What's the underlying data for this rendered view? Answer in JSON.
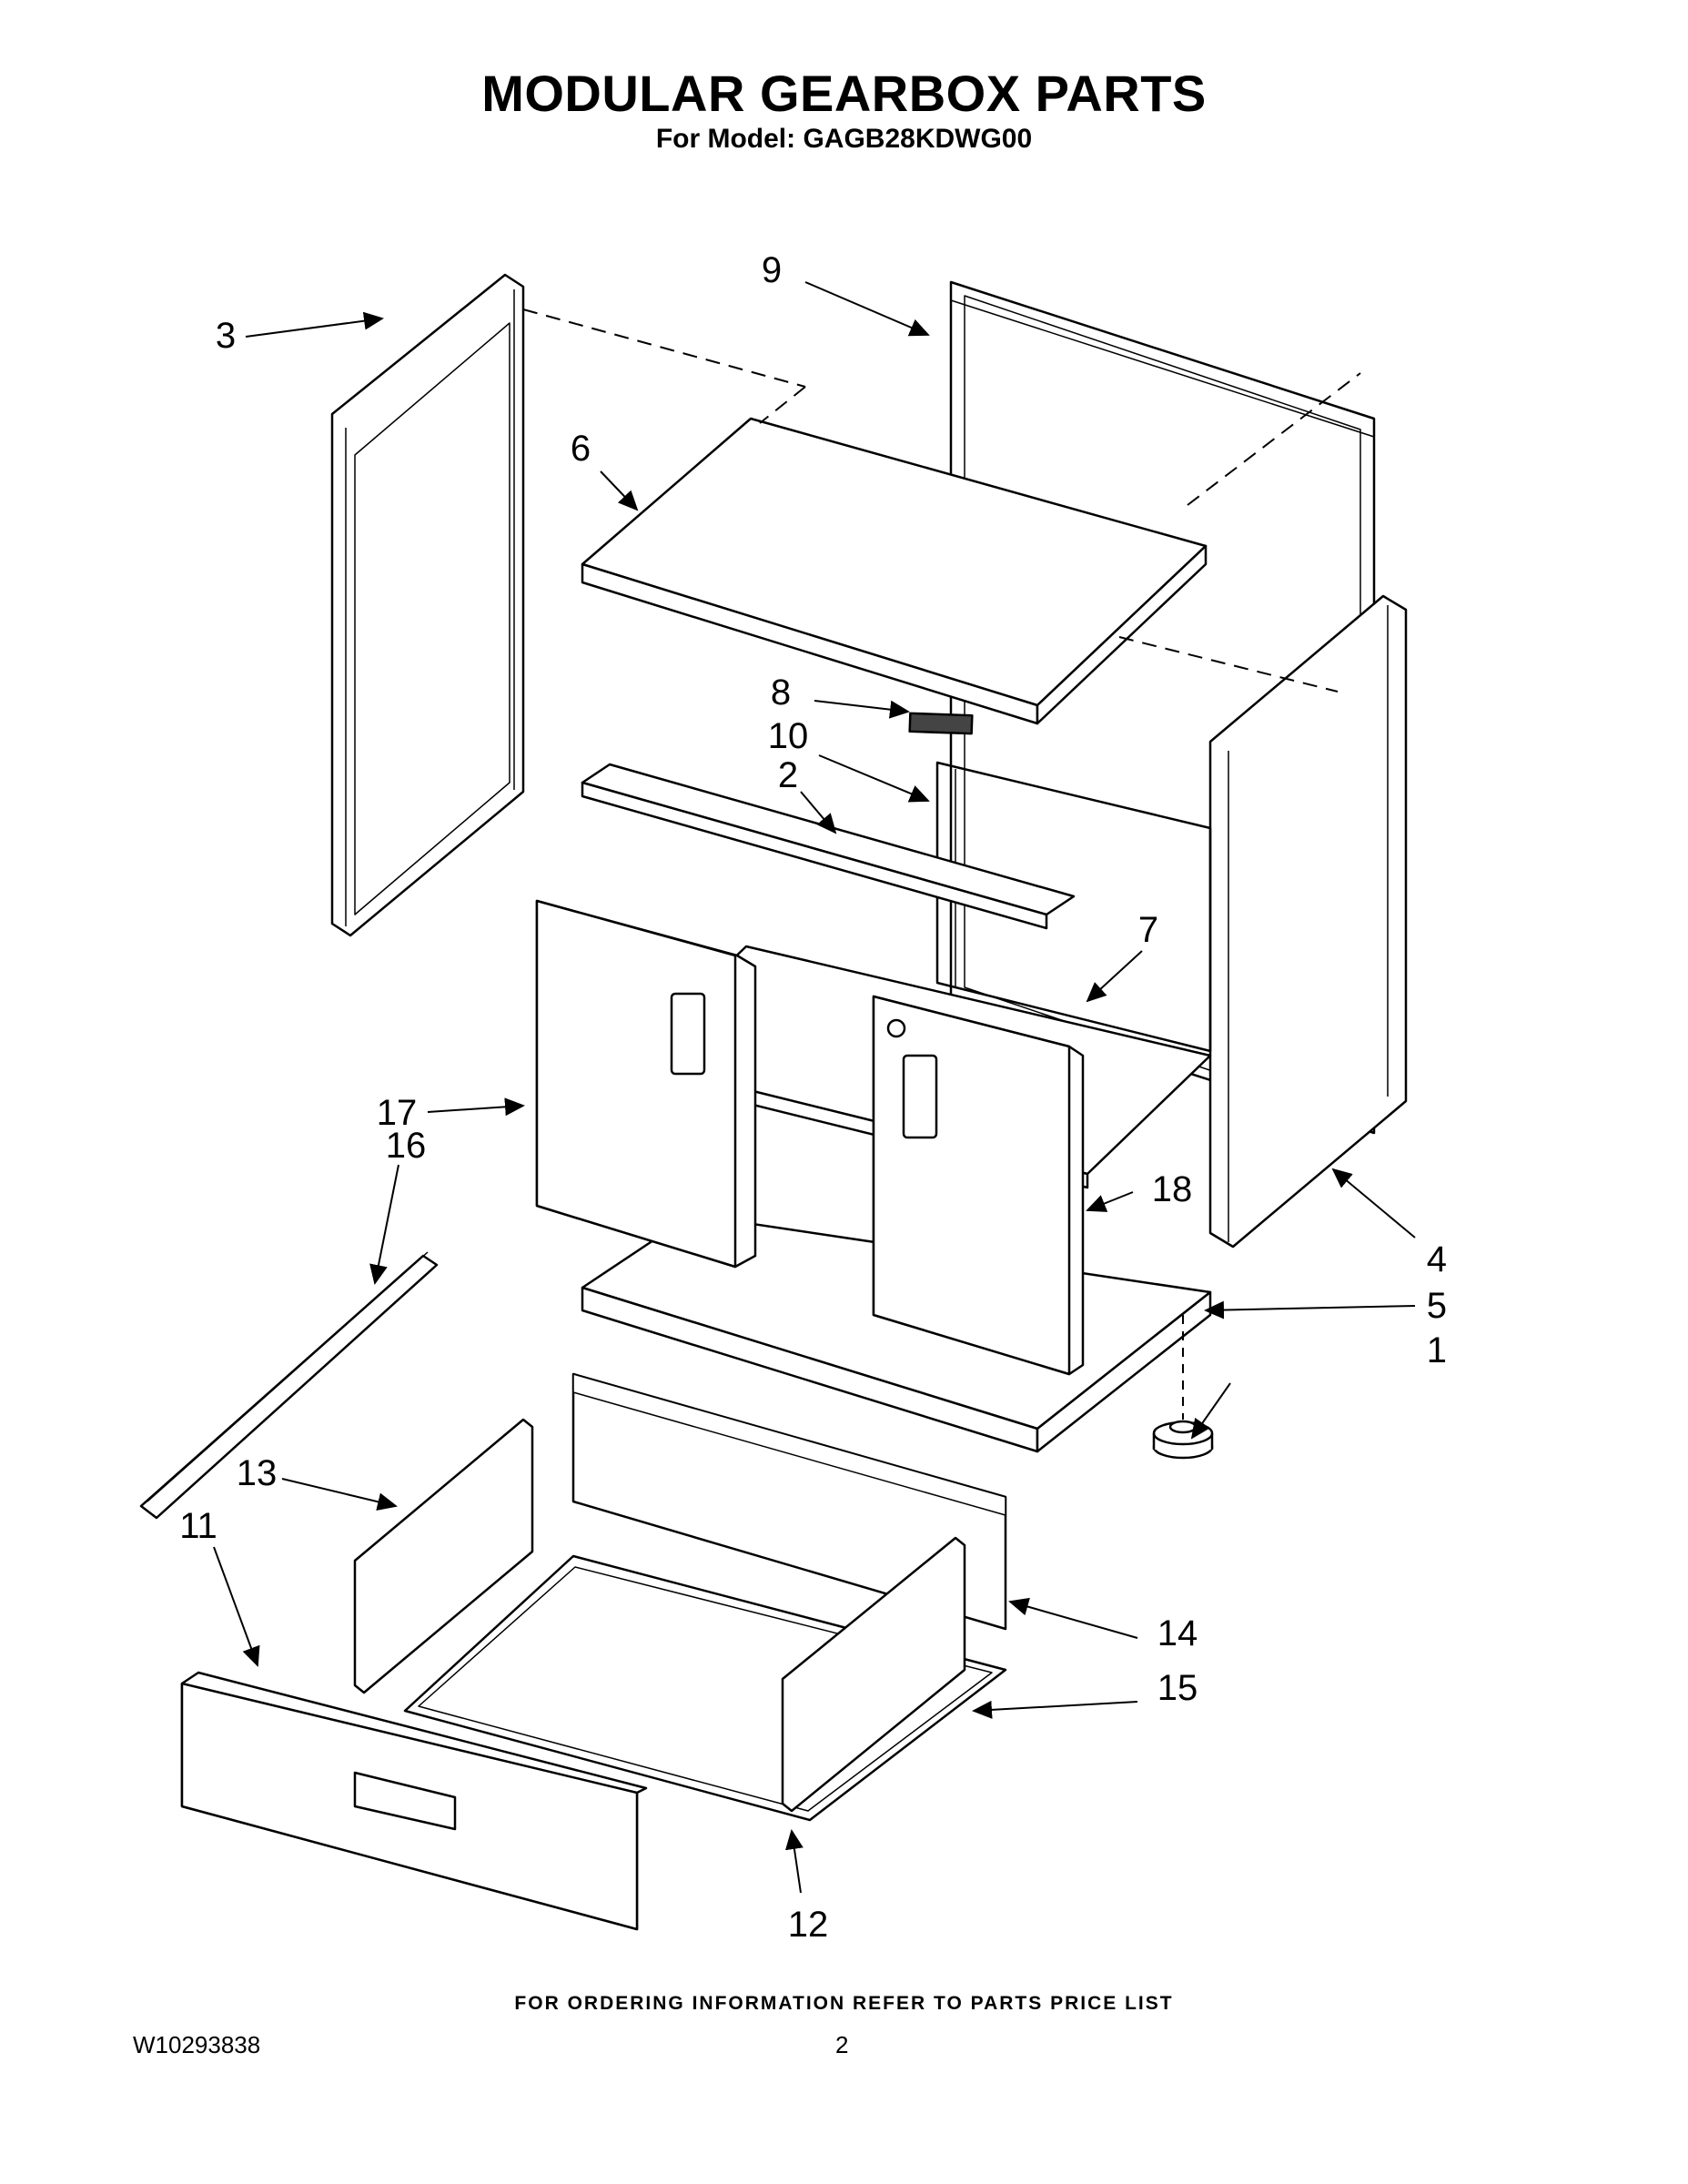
{
  "header": {
    "title": "MODULAR GEARBOX PARTS",
    "subtitle": "For Model: GAGB28KDWG00"
  },
  "callouts": [
    {
      "id": "c1",
      "label": "1"
    },
    {
      "id": "c2",
      "label": "2"
    },
    {
      "id": "c3",
      "label": "3"
    },
    {
      "id": "c4",
      "label": "4"
    },
    {
      "id": "c5",
      "label": "5"
    },
    {
      "id": "c6",
      "label": "6"
    },
    {
      "id": "c7",
      "label": "7"
    },
    {
      "id": "c8",
      "label": "8"
    },
    {
      "id": "c9",
      "label": "9"
    },
    {
      "id": "c10",
      "label": "10"
    },
    {
      "id": "c11",
      "label": "11"
    },
    {
      "id": "c12",
      "label": "12"
    },
    {
      "id": "c13",
      "label": "13"
    },
    {
      "id": "c14",
      "label": "14"
    },
    {
      "id": "c15",
      "label": "15"
    },
    {
      "id": "c16",
      "label": "16"
    },
    {
      "id": "c17",
      "label": "17"
    },
    {
      "id": "c18",
      "label": "18"
    }
  ],
  "footer": {
    "note": "FOR ORDERING INFORMATION REFER TO PARTS PRICE LIST",
    "doc_number": "W10293838",
    "page_number": "2"
  }
}
